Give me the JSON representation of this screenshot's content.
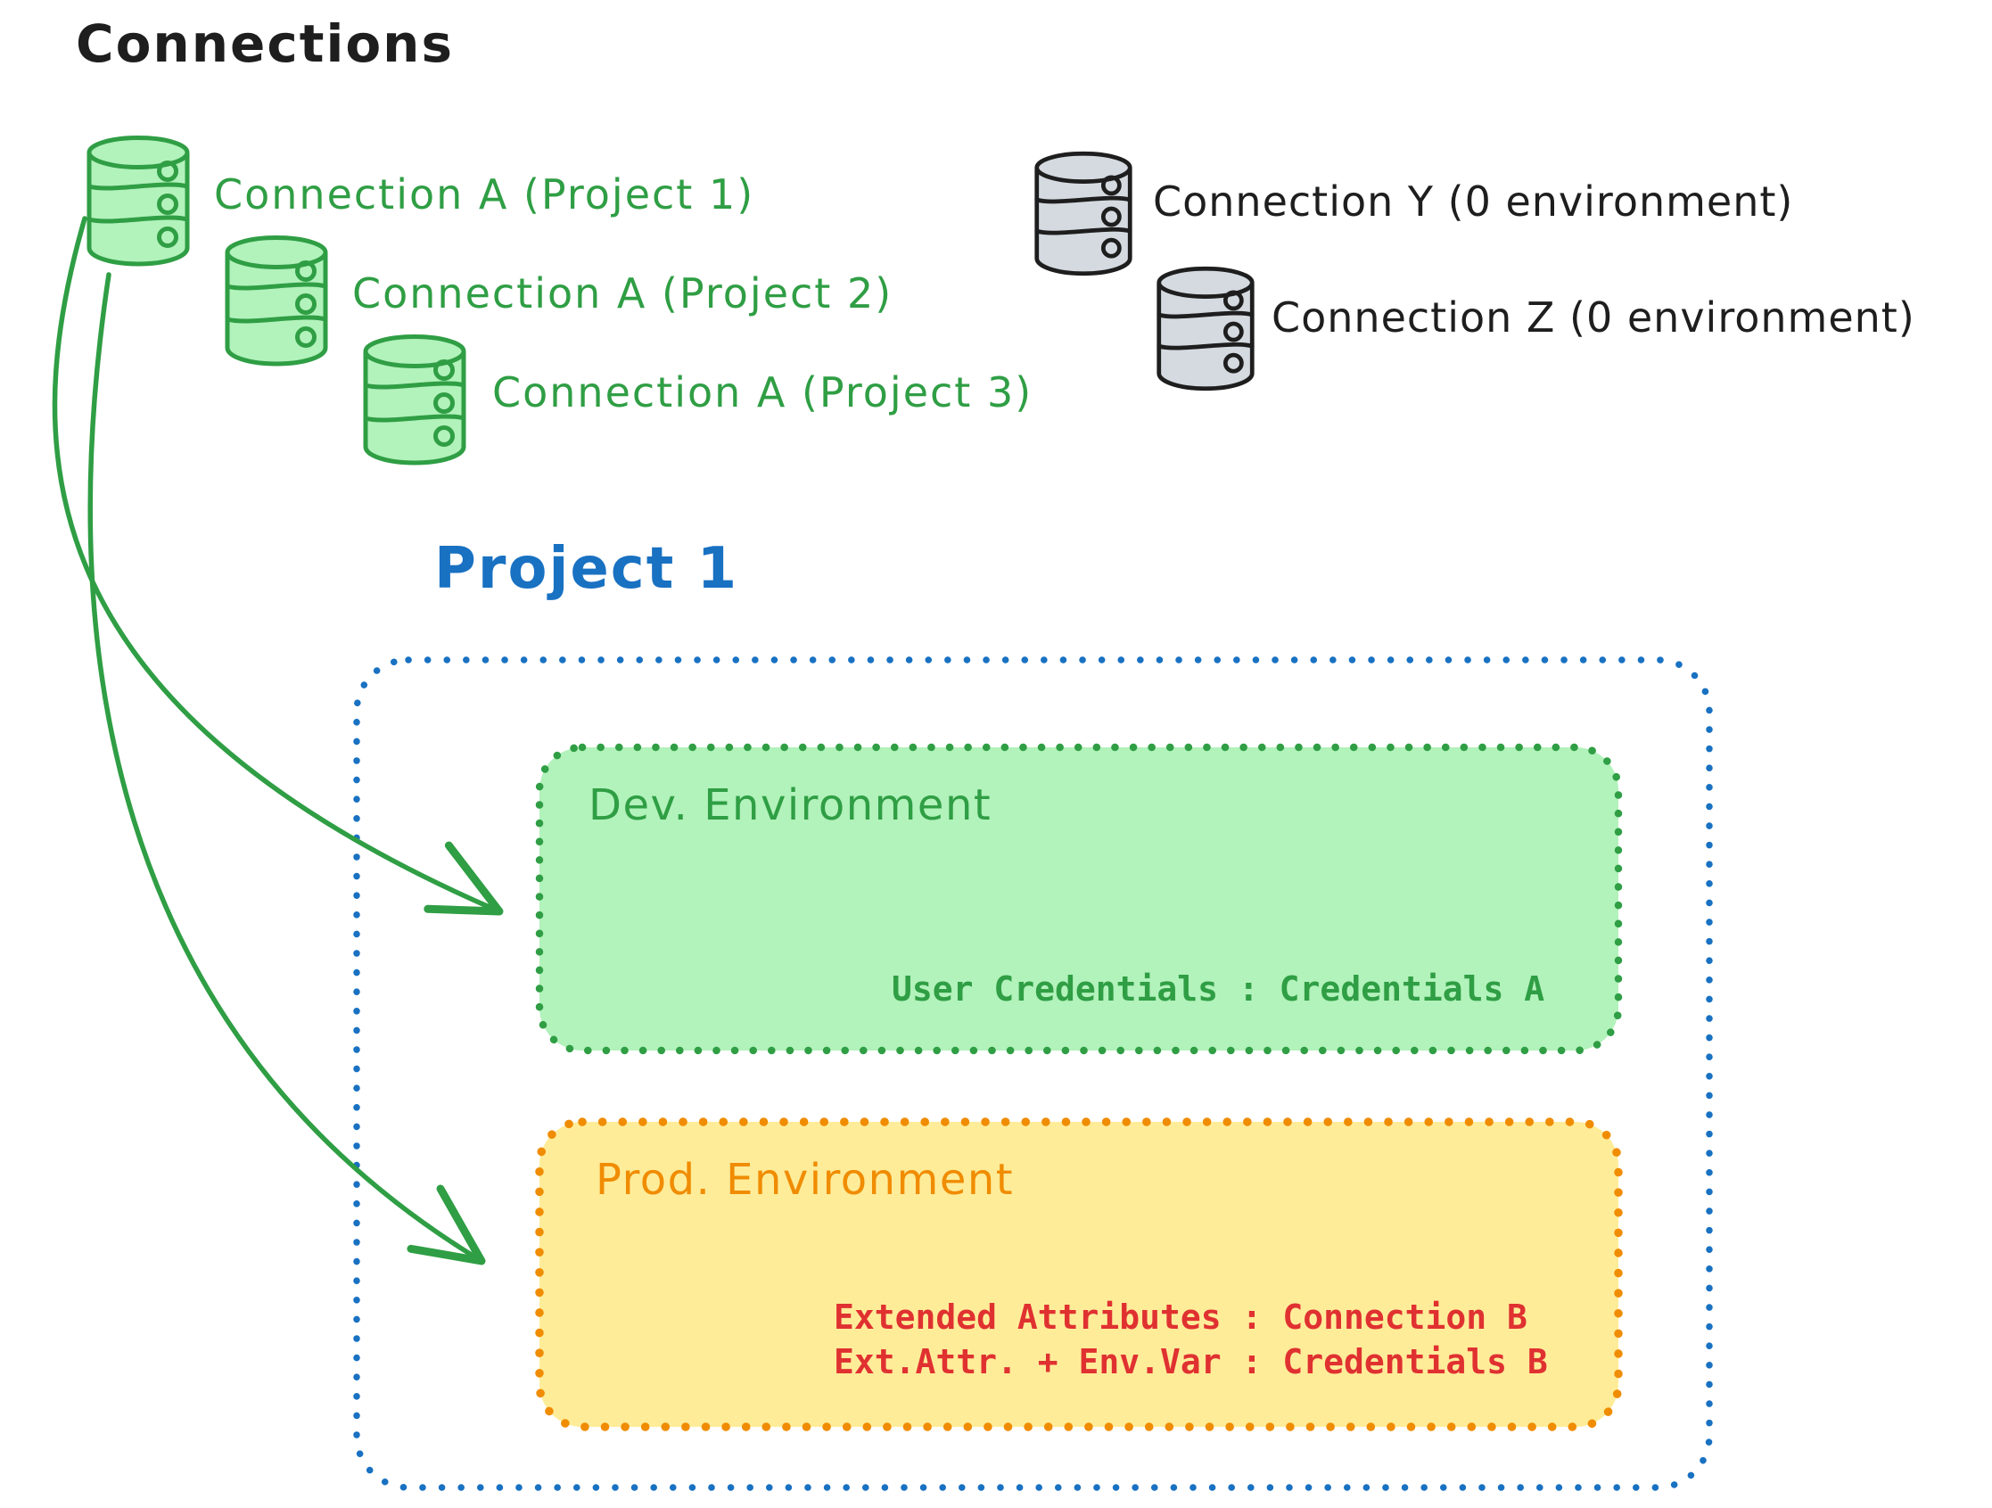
{
  "title": "Connections",
  "colors": {
    "ink": "#1e1e1e",
    "green": "#2f9e44",
    "green_fill": "#b2f2bb",
    "blue": "#1971c2",
    "orange": "#f08c00",
    "yellow_fill": "#ffec99",
    "red": "#e03131",
    "gray_fill": "#d4dae0"
  },
  "connections": {
    "project_a": [
      {
        "label": "Connection A (Project 1)"
      },
      {
        "label": "Connection A (Project 2)"
      },
      {
        "label": "Connection A (Project 3)"
      }
    ],
    "unassigned": [
      {
        "label": "Connection Y (0 environment)"
      },
      {
        "label": "Connection Z (0 environment)"
      }
    ]
  },
  "project": {
    "title": "Project 1",
    "environments": [
      {
        "name": "Dev. Environment",
        "bindings": [
          "User Credentials : Credentials A"
        ]
      },
      {
        "name": "Prod. Environment",
        "bindings": [
          "Extended Attributes : Connection B",
          "Ext.Attr. + Env.Var : Credentials B"
        ]
      }
    ]
  }
}
